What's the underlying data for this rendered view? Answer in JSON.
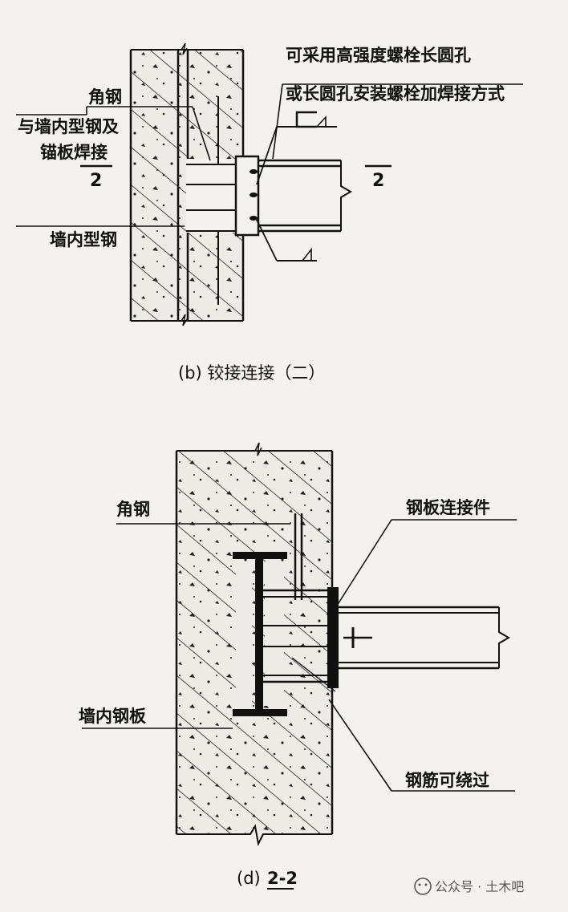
{
  "diagram_b": {
    "labels": {
      "angle_steel": "角钢",
      "weld_line1": "与墙内型钢及",
      "weld_line2": "锚板焊接",
      "section_left": "2",
      "section_right": "2",
      "wall_steel": "墙内型钢",
      "note_line1": "可采用高强度螺栓长圆孔",
      "note_line2": "或长圆孔安装螺栓加焊接方式"
    },
    "caption": "(b) 铰接连接（二）"
  },
  "diagram_d": {
    "labels": {
      "angle_steel": "角钢",
      "plate_connector": "钢板连接件",
      "wall_plate": "墙内钢板",
      "rebar_bypass": "钢筋可绕过"
    },
    "caption_prefix": "(d)",
    "caption_section": "2-2"
  },
  "watermark": {
    "text": "公众号 · 土木吧"
  }
}
